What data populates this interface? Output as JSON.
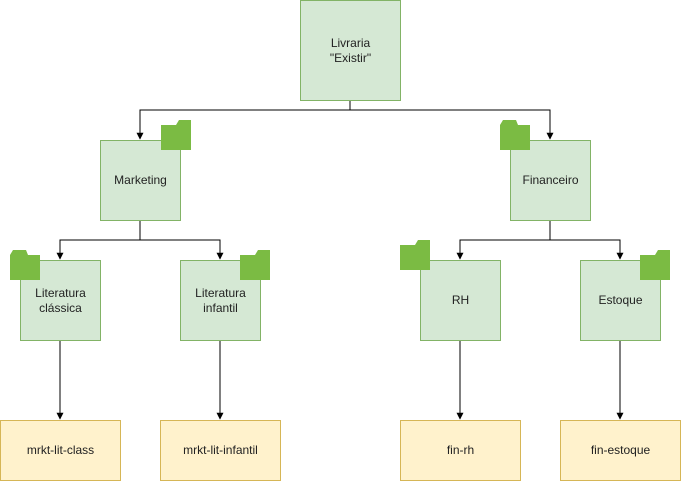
{
  "colors": {
    "dept_fill": "#d5e8d4",
    "dept_border": "#82b366",
    "store_fill": "#fff2cc",
    "store_border": "#d6b656",
    "folder": "#7bbb43",
    "edge": "#000000"
  },
  "nodes": {
    "root": "Livraria\n\"Existir\"",
    "marketing": "Marketing",
    "financeiro": "Financeiro",
    "lit_classica": "Literatura\nclássica",
    "lit_infantil": "Literatura\ninfantil",
    "rh": "RH",
    "estoque": "Estoque",
    "mrkt_lit_class": "mrkt-lit-class",
    "mrkt_lit_infantil": "mrkt-lit-infantil",
    "fin_rh": "fin-rh",
    "fin_estoque": "fin-estoque"
  },
  "icons": {
    "folder": "folder-icon"
  }
}
